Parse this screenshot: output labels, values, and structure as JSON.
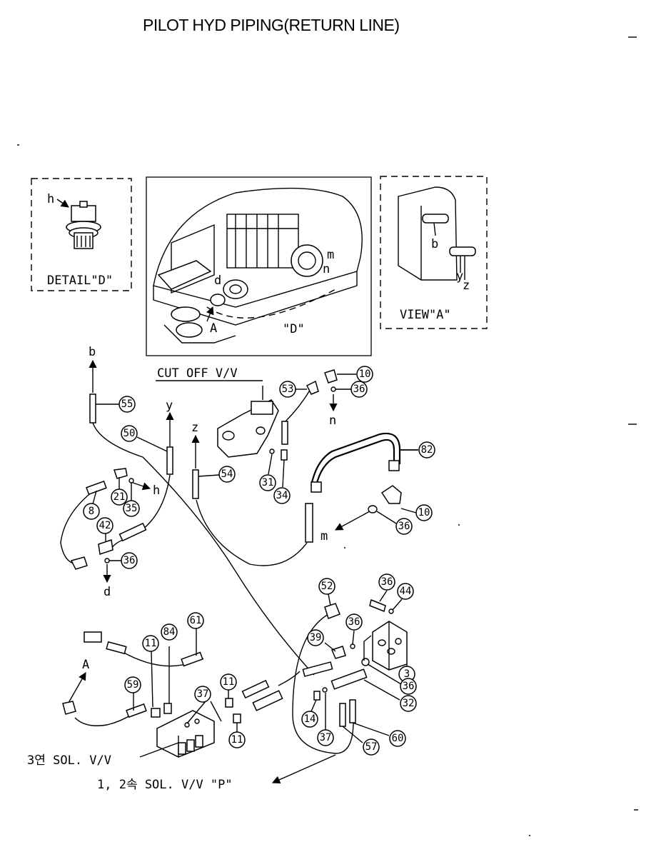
{
  "title": "PILOT HYD PIPING(RETURN LINE)",
  "panels": {
    "detail_d": "DETAIL\"D\"",
    "view_a": "VIEW\"A\"",
    "main_d": "\"D\"",
    "main_a": "A",
    "main_d_small": "d",
    "main_m": "m",
    "main_n": "n"
  },
  "callouts": {
    "c55": "55",
    "c50": "50",
    "c54": "54",
    "c8": "8",
    "c21": "21",
    "c35": "35",
    "c42": "42",
    "c36a": "36",
    "c31": "31",
    "c34": "34",
    "c53": "53",
    "c10a": "10",
    "c36b": "36",
    "c82": "82",
    "c10b": "10",
    "c36c": "36",
    "c52": "52",
    "c36d": "36",
    "c44": "44",
    "c36e": "36",
    "c39": "39",
    "c3": "3",
    "c36f": "36",
    "c32": "32",
    "c14": "14",
    "c37a": "37",
    "c57": "57",
    "c60": "60",
    "c61": "61",
    "c84": "84",
    "c11a": "11",
    "c59": "59",
    "c37b": "37",
    "c11b": "11",
    "c11c": "11"
  },
  "letters": {
    "h_detail": "h",
    "b_view": "b",
    "y_view": "y",
    "z_view": "z",
    "b": "b",
    "y": "y",
    "z": "z",
    "n": "n",
    "h": "h",
    "d": "d",
    "m": "m",
    "A": "A"
  },
  "labels": {
    "cut_off": "CUT OFF V/V",
    "sol3": "3연 SOL. V/V",
    "sol12": "1, 2속 SOL. V/V \"P\""
  }
}
